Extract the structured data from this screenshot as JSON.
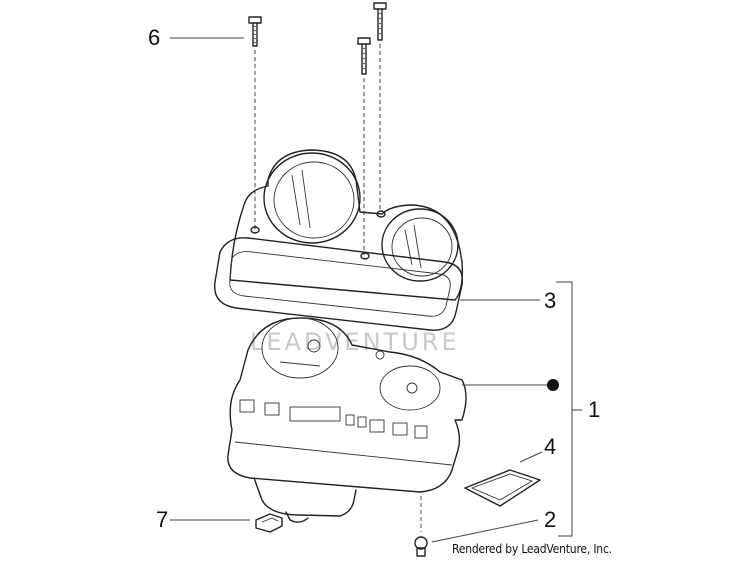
{
  "callouts": {
    "c1": "1",
    "c2": "2",
    "c3": "3",
    "c4": "4",
    "c6": "6",
    "c7": "7"
  },
  "watermark": "LEADVENTURE",
  "credit": "Rendered by LeadVenture, Inc.",
  "colors": {
    "line": "#222222",
    "watermark": "#c9c9c9",
    "background": "#ffffff"
  }
}
